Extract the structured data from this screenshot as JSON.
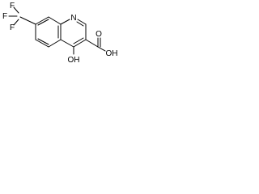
{
  "molecule": {
    "atoms": {
      "f_top": "F",
      "f_left": "F",
      "f_bottom": "F",
      "ring_nitrogen": "N",
      "hydroxyl": "OH",
      "acid_oxygen": "O",
      "acid_hydroxyl": "OH"
    }
  },
  "colors": {
    "bond": "#000000",
    "text": "#000000",
    "background": "#ffffff"
  }
}
